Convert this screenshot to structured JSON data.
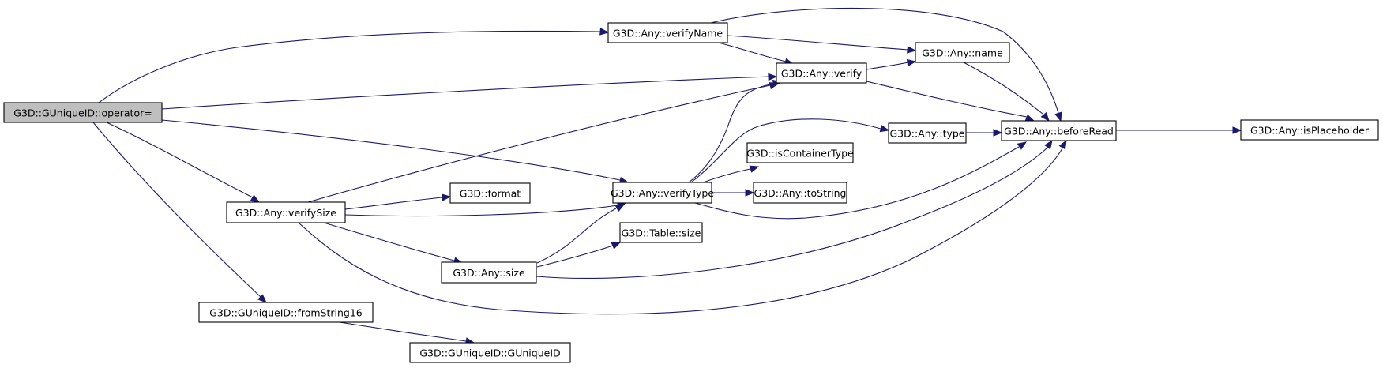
{
  "diagram": {
    "type": "call-graph",
    "colors": {
      "edge": "#191970",
      "root_fill": "#bfbfbf",
      "node_fill": "#ffffff",
      "node_border": "#000000"
    },
    "nodes": [
      {
        "id": "operator_assign",
        "label": "G3D::GUniqueID::operator=",
        "root": true
      },
      {
        "id": "verifyName",
        "label": "G3D::Any::verifyName"
      },
      {
        "id": "name",
        "label": "G3D::Any::name"
      },
      {
        "id": "verify",
        "label": "G3D::Any::verify"
      },
      {
        "id": "type",
        "label": "G3D::Any::type"
      },
      {
        "id": "beforeRead",
        "label": "G3D::Any::beforeRead"
      },
      {
        "id": "isPlaceholder",
        "label": "G3D::Any::isPlaceholder"
      },
      {
        "id": "isContainerType",
        "label": "G3D::isContainerType"
      },
      {
        "id": "verifyType",
        "label": "G3D::Any::verifyType"
      },
      {
        "id": "toString",
        "label": "G3D::Any::toString"
      },
      {
        "id": "verifySize",
        "label": "G3D::Any::verifySize"
      },
      {
        "id": "format",
        "label": "G3D::format"
      },
      {
        "id": "tableSize",
        "label": "G3D::Table::size"
      },
      {
        "id": "anySize",
        "label": "G3D::Any::size"
      },
      {
        "id": "fromString16",
        "label": "G3D::GUniqueID::fromString16"
      },
      {
        "id": "GUniqueID",
        "label": "G3D::GUniqueID::GUniqueID"
      }
    ],
    "edges": [
      {
        "from": "operator_assign",
        "to": "verifyName"
      },
      {
        "from": "operator_assign",
        "to": "verify"
      },
      {
        "from": "operator_assign",
        "to": "verifyType"
      },
      {
        "from": "operator_assign",
        "to": "verifySize"
      },
      {
        "from": "operator_assign",
        "to": "fromString16"
      },
      {
        "from": "verifyName",
        "to": "name"
      },
      {
        "from": "verifyName",
        "to": "verify"
      },
      {
        "from": "verifyName",
        "to": "beforeRead"
      },
      {
        "from": "verify",
        "to": "name"
      },
      {
        "from": "verify",
        "to": "beforeRead"
      },
      {
        "from": "name",
        "to": "beforeRead"
      },
      {
        "from": "type",
        "to": "beforeRead"
      },
      {
        "from": "beforeRead",
        "to": "isPlaceholder"
      },
      {
        "from": "verifyType",
        "to": "verify"
      },
      {
        "from": "verifyType",
        "to": "type"
      },
      {
        "from": "verifyType",
        "to": "isContainerType"
      },
      {
        "from": "verifyType",
        "to": "toString"
      },
      {
        "from": "verifyType",
        "to": "beforeRead"
      },
      {
        "from": "verifySize",
        "to": "verify"
      },
      {
        "from": "verifySize",
        "to": "format"
      },
      {
        "from": "verifySize",
        "to": "verifyType"
      },
      {
        "from": "verifySize",
        "to": "anySize"
      },
      {
        "from": "verifySize",
        "to": "beforeRead"
      },
      {
        "from": "anySize",
        "to": "verifyType"
      },
      {
        "from": "anySize",
        "to": "tableSize"
      },
      {
        "from": "anySize",
        "to": "beforeRead"
      },
      {
        "from": "fromString16",
        "to": "GUniqueID"
      }
    ]
  }
}
